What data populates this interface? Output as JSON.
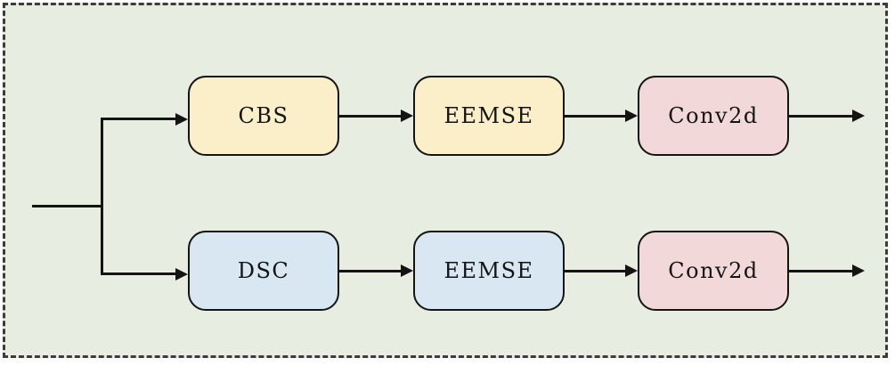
{
  "figure": {
    "type": "block-diagram",
    "panel": {
      "background": "#e7ede0",
      "border_color": "#3c3c3c",
      "border_style": "dashed",
      "line_color": "#141414"
    },
    "branches": [
      {
        "name": "top",
        "nodes": [
          {
            "id": "cbs",
            "label": "CBS",
            "fill": "#fbefca"
          },
          {
            "id": "eemse-top",
            "label": "EEMSE",
            "fill": "#fbefca"
          },
          {
            "id": "conv2d-top",
            "label": "Conv2d",
            "fill": "#f3d8d9"
          }
        ]
      },
      {
        "name": "bottom",
        "nodes": [
          {
            "id": "dsc",
            "label": "DSC",
            "fill": "#d8e7f1"
          },
          {
            "id": "eemse-bottom",
            "label": "EEMSE",
            "fill": "#d8e7f1"
          },
          {
            "id": "conv2d-bottom",
            "label": "Conv2d",
            "fill": "#f3d8d9"
          }
        ]
      }
    ]
  }
}
